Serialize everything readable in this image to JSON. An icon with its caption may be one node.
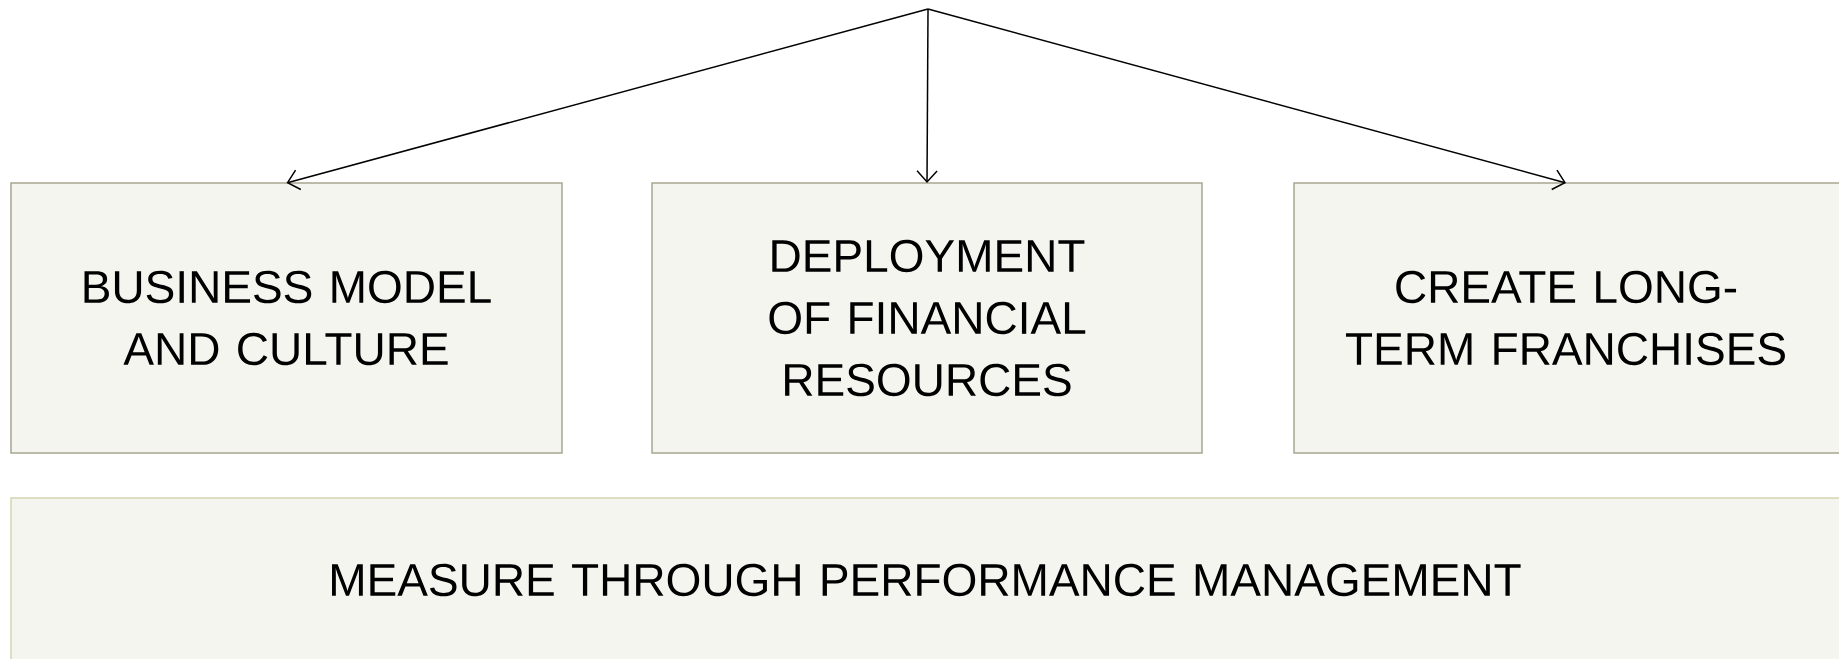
{
  "diagram": {
    "nodes": [
      {
        "text": [
          "BUSINESS MODEL AND CULTURE"
        ]
      },
      {
        "text": [
          "DEPLOYMENT OF FINANCIAL RESOURCES"
        ]
      },
      {
        "text": [
          "CREATE LONG-TERM FRANCHISES"
        ]
      },
      {
        "text": [
          "MEASURE THROUGH PERFORMANCE MANAGEMENT"
        ]
      }
    ],
    "edges": [
      {
        "from": null,
        "to": 0,
        "arrow": "to"
      },
      {
        "from": null,
        "to": 1,
        "arrow": "to"
      },
      {
        "from": null,
        "to": 2,
        "arrow": "to"
      }
    ]
  }
}
